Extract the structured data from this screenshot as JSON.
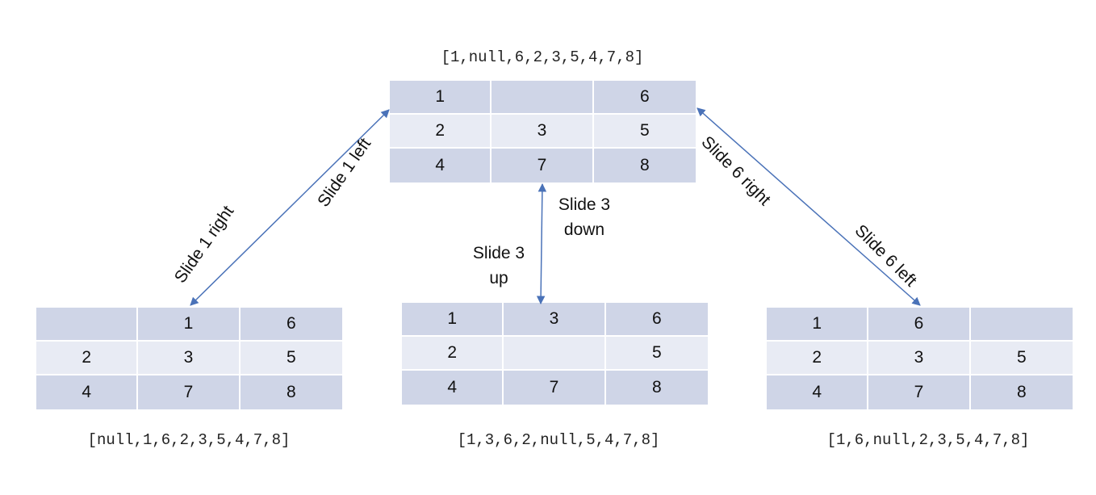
{
  "top": {
    "state": "[1,null,6,2,3,5,4,7,8]",
    "cells": [
      "1",
      "",
      "6",
      "2",
      "3",
      "5",
      "4",
      "7",
      "8"
    ]
  },
  "left": {
    "state": "[null,1,6,2,3,5,4,7,8]",
    "cells": [
      "",
      "1",
      "6",
      "2",
      "3",
      "5",
      "4",
      "7",
      "8"
    ]
  },
  "middle": {
    "state": "[1,3,6,2,null,5,4,7,8]",
    "cells": [
      "1",
      "3",
      "6",
      "2",
      "",
      "5",
      "4",
      "7",
      "8"
    ]
  },
  "right": {
    "state": "[1,6,null,2,3,5,4,7,8]",
    "cells": [
      "1",
      "6",
      "",
      "2",
      "3",
      "5",
      "4",
      "7",
      "8"
    ]
  },
  "moves": {
    "slide1_left": "Slide 1 left",
    "slide1_right": "Slide 1 right",
    "slide3_down_line1": "Slide 3",
    "slide3_down_line2": "down",
    "slide3_up_line1": "Slide 3",
    "slide3_up_line2": "up",
    "slide6_right": "Slide 6 right",
    "slide6_left": "Slide 6 left"
  },
  "colors": {
    "row_dark": "#cfd5e7",
    "row_light": "#e8ebf4",
    "arrow": "#4a72b8"
  }
}
